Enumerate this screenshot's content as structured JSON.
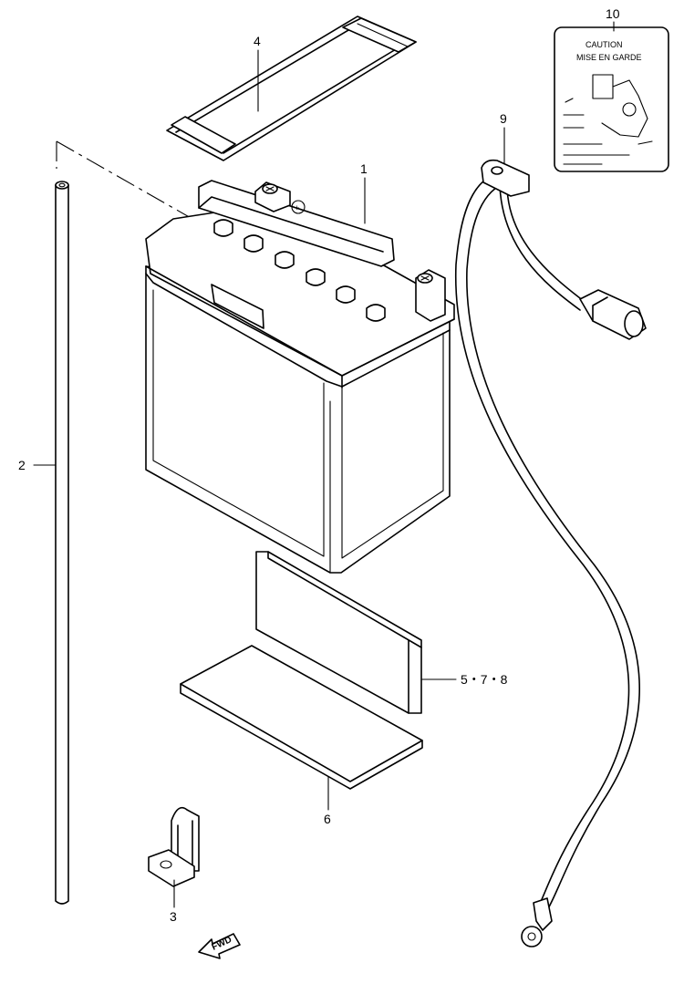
{
  "callouts": {
    "battery": "1",
    "breather_hose": "2",
    "hose_clamp": "3",
    "battery_band": "4",
    "battery_plates": "5・7・8",
    "battery_plate_lower": "6",
    "ground_lead": "9",
    "caution_label": "10"
  },
  "label": {
    "line1": "CAUTION",
    "line2": "MISE EN GARDE"
  },
  "fwd_arrow": "FWD"
}
